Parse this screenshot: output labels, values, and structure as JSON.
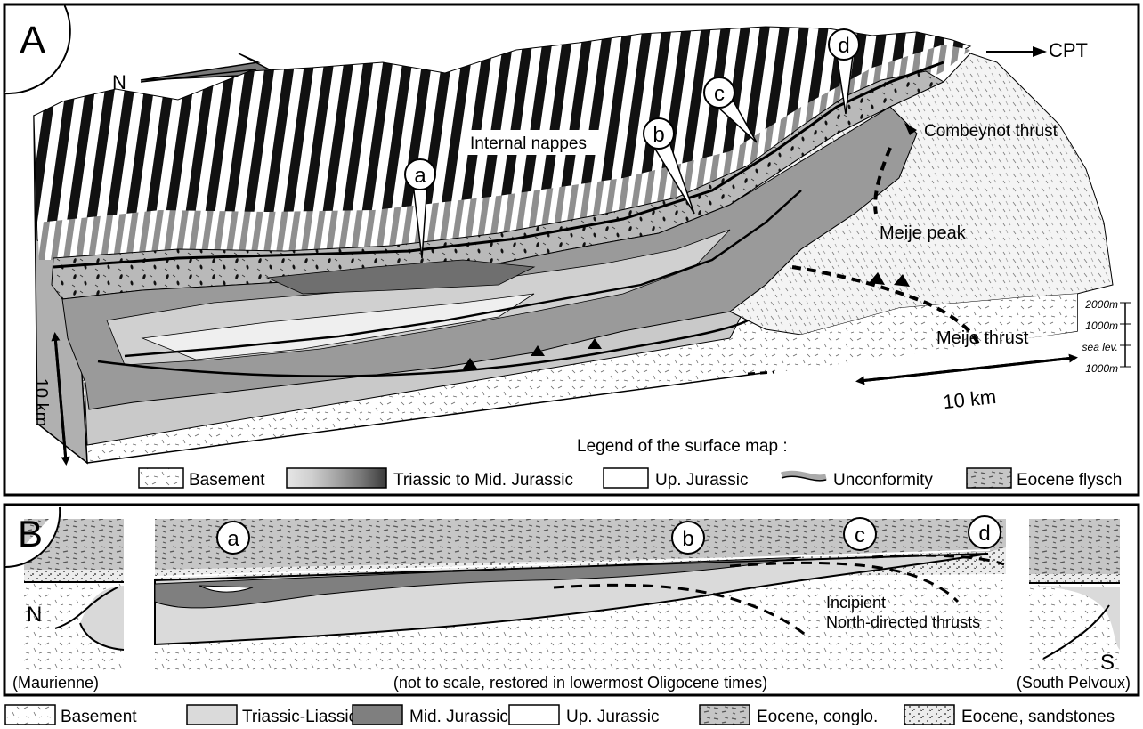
{
  "panel_a": {
    "letter": "A",
    "north": "N",
    "labels": {
      "internal_nappes": "Internal nappes",
      "combeynot_thrust": "Combeynot thrust",
      "meije_peak": "Meije peak",
      "meije_thrust": "Meije thrust",
      "cpt": "CPT"
    },
    "markers": [
      "a",
      "b",
      "c",
      "d"
    ],
    "scale_vertical": "10 km",
    "scale_horizontal": "10 km",
    "altitude_ticks": [
      "2000m",
      "1000m",
      "sea lev.",
      "1000m"
    ],
    "legend_title": "Legend of the surface map :",
    "legend": [
      "Basement",
      "Triassic to Mid. Jurassic",
      "Up. Jurassic",
      "Unconformity",
      "Eocene flysch"
    ]
  },
  "panel_b": {
    "letter": "B",
    "markers": [
      "a",
      "b",
      "c",
      "d"
    ],
    "north_label": "N",
    "south_label": "S",
    "thrust_label_1": "Incipient",
    "thrust_label_2": "North-directed thrusts",
    "left_caption": "(Maurienne)",
    "center_caption": "(not to scale, restored in lowermost Oligocene times)",
    "right_caption": "(South Pelvoux)"
  },
  "bottom_legend": [
    "Basement",
    "Triassic-Liassic",
    "Mid. Jurassic",
    "Up. Jurassic",
    "Eocene, conglo.",
    "Eocene, sandstones"
  ],
  "colors": {
    "basement": "#ffffff",
    "triassic": "#d9d9d9",
    "mid_jurassic": "#7f7f7f",
    "up_jurassic": "#ffffff",
    "eocene": "#c4c4c4",
    "sandstone": "#e6e6e6",
    "frame": "#000000"
  }
}
